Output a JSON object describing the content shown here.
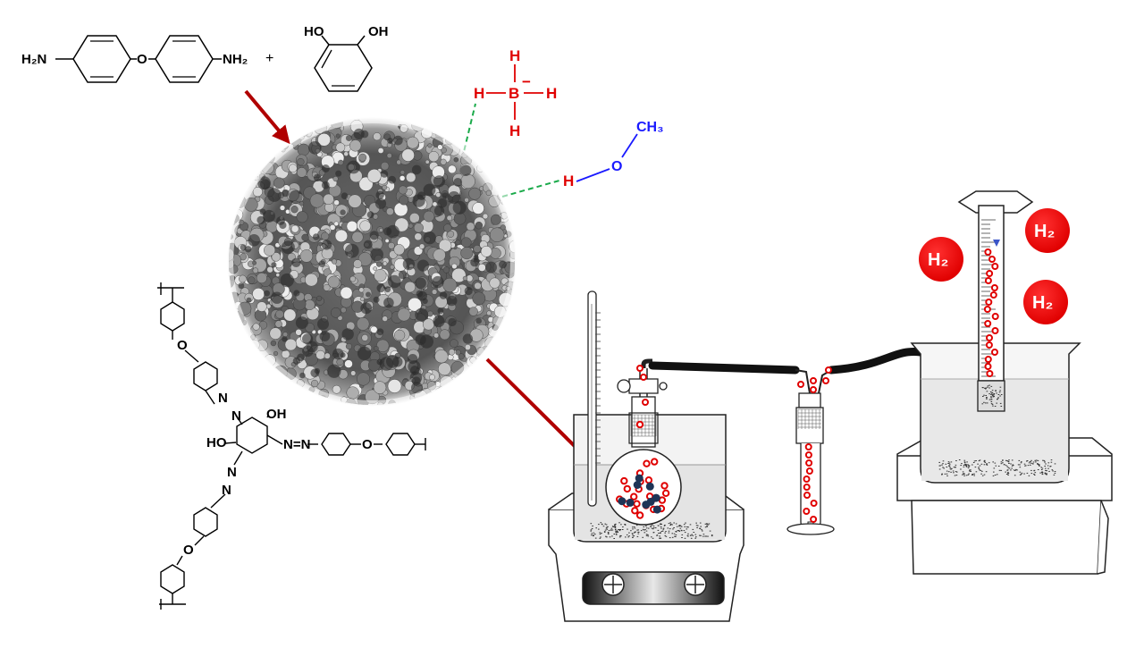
{
  "reactants": {
    "diamine": {
      "left_group": "H₂N",
      "bridge_atom": "O",
      "right_group": "NH₂"
    },
    "plus_sign": "+",
    "resorcinol": {
      "oh_left": "HO",
      "oh_right": "OH"
    }
  },
  "borohydride": {
    "h_top": "H",
    "h_left": "H",
    "boron": "B",
    "charge": "−",
    "h_right": "H",
    "h_bottom": "H"
  },
  "methanol": {
    "hydrogen": "H",
    "oxygen": "O",
    "methyl": "CH₃"
  },
  "polymer": {
    "o_top": "O",
    "azo_top_n1": "N",
    "azo_top_n2": "N",
    "oh_top": "OH",
    "ho_left": "HO",
    "azo_right": "N=N",
    "o_right": "O",
    "azo_bot_n1": "N",
    "azo_bot_n2": "N",
    "o_bottom": "O"
  },
  "gas_labels": [
    "H₂",
    "H₂",
    "H₂"
  ],
  "colors": {
    "arrow": "#b00000",
    "boron_red": "#e00000",
    "methanol_blue": "#1a1aff",
    "hbond_green": "#1aaa4a",
    "bubble_red": "#e00000",
    "catalyst_navy": "#1e3456",
    "tubing": "#111111"
  }
}
